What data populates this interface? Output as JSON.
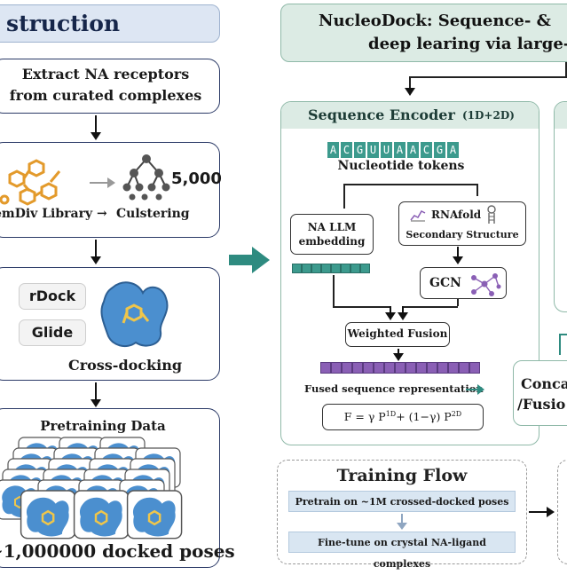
{
  "left_panel": {
    "title": "struction",
    "extract_box": {
      "line1": "Extract NA receptors",
      "line2": "from curated complexes"
    },
    "library_box": {
      "source_label": "emDiv Library",
      "arrow_glyph": "→",
      "cluster_label": "Culstering",
      "count": "5,000"
    },
    "docking_box": {
      "tools": [
        "rDock",
        "Glide"
      ],
      "caption": "Cross-docking"
    },
    "pretrain_box": {
      "title": "Pretraining Data",
      "caption": "~1,000000 docked poses"
    }
  },
  "right_panel": {
    "header": {
      "line1": "NucleoDock: Sequence- & ",
      "line2": "deep learing via large-"
    },
    "sequence_encoder": {
      "title": "Sequence Encoder",
      "title_suffix": "(1D+2D)",
      "tokens": [
        "A",
        "C",
        "G",
        "U",
        "U",
        "A",
        "A",
        "C",
        "G",
        "A"
      ],
      "tokens_label": "Nucleotide tokens",
      "llm_box": {
        "line1": "NA LLM",
        "line2": "embedding"
      },
      "rnafold_box": {
        "line1": "RNAfold",
        "line2": "Secondary Structure"
      },
      "gcn_label": "GCN",
      "fusion_label": "Weighted Fusion",
      "fused_label": "Fused sequence representation",
      "formula": {
        "prefix": "F = γ P",
        "sup1": "1D",
        "middle": "+ (1−γ) P",
        "sup2": "2D"
      }
    },
    "concat_box": {
      "line1": "Conca",
      "line2": "/Fusio"
    },
    "training_flow": {
      "title": "Training Flow",
      "steps": [
        "Pretrain on ~1M crossed-docked poses",
        "Fine-tune on crystal NA-ligand complexes"
      ]
    }
  },
  "colors": {
    "navy": "#2b3a67",
    "teal": "#3c9a8d",
    "purple": "#8a5fb5",
    "green_border": "#8fb9a8",
    "flow_fill": "#d9e6f2"
  }
}
